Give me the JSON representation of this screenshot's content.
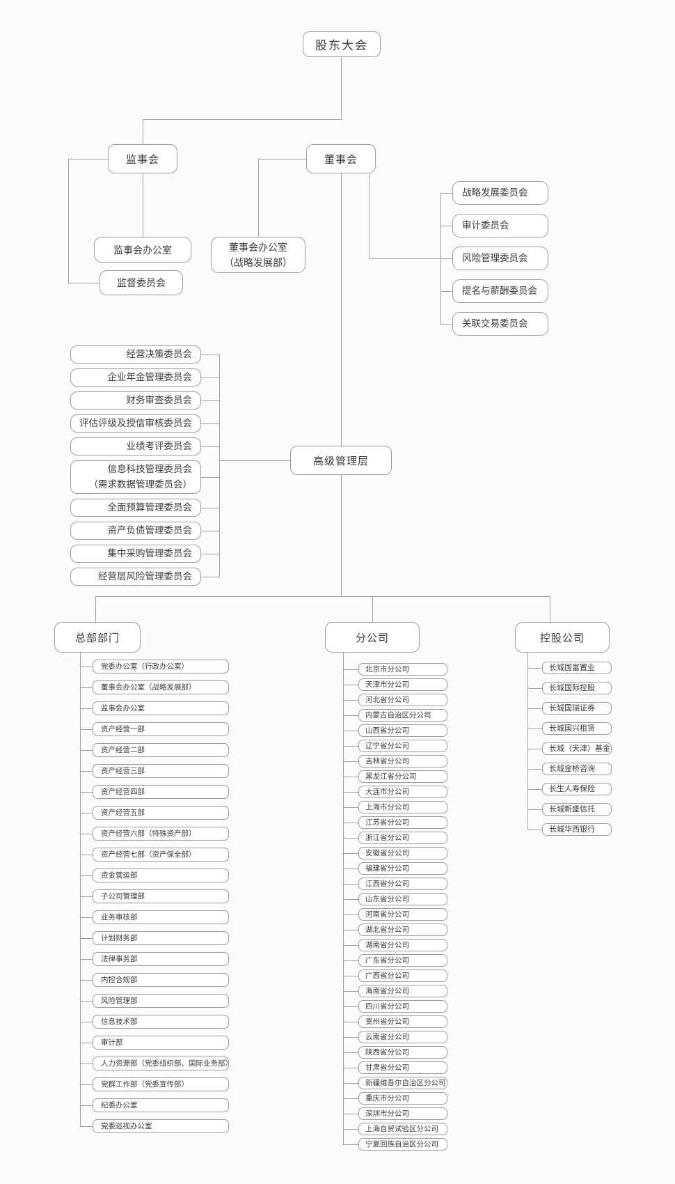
{
  "nodes": {
    "shareholders": "股东大会",
    "supervisory": "监事会",
    "board": "董事会",
    "supervisory_office": "监事会办公室",
    "supervision_committee": "监督委员会",
    "board_office_line1": "董事会办公室",
    "board_office_line2": "（战略发展部）",
    "senior_management": "高级管理层",
    "hq_header": "总部部门",
    "branches_header": "分公司",
    "holdings_header": "控股公司"
  },
  "board_committees": [
    "战略发展委员会",
    "审计委员会",
    "风险管理委员会",
    "提名与薪酬委员会",
    "关联交易委员会"
  ],
  "management_committees": [
    "经营决策委员会",
    "企业年金管理委员会",
    "财务审查委员会",
    "评估评级及授信审核委员会",
    "业绩考评委员会",
    "信息科技管理委员会\n（需求数据管理委员会）",
    "全面预算管理委员会",
    "资产负债管理委员会",
    "集中采购管理委员会",
    "经营层风险管理委员会"
  ],
  "hq_departments": [
    "党委办公室（行政办公室）",
    "董事会办公室（战略发展部）",
    "监事会办公室",
    "资产经营一部",
    "资产经营二部",
    "资产经营三部",
    "资产经营四部",
    "资产经营五部",
    "资产经营六部（特殊资产部）",
    "资产经营七部（资产保全部）",
    "资金营运部",
    "子公司管理部",
    "业务审核部",
    "计划财务部",
    "法律事务部",
    "内控合规部",
    "风险管理部",
    "信息技术部",
    "审计部",
    "人力资源部（党委组织部、国际业务部）",
    "党群工作部（党委宣传部）",
    "纪委办公室",
    "党委巡视办公室"
  ],
  "branch_companies": [
    "北京市分公司",
    "天津市分公司",
    "河北省分公司",
    "内蒙古自治区分公司",
    "山西省分公司",
    "辽宁省分公司",
    "吉林省分公司",
    "黑龙江省分公司",
    "大连市分公司",
    "上海市分公司",
    "江苏省分公司",
    "浙江省分公司",
    "安徽省分公司",
    "福建省分公司",
    "江西省分公司",
    "山东省分公司",
    "河南省分公司",
    "湖北省分公司",
    "湖南省分公司",
    "广东省分公司",
    "广西省分公司",
    "海南省分公司",
    "四川省分公司",
    "贵州省分公司",
    "云南省分公司",
    "陕西省分公司",
    "甘肃省分公司",
    "新疆维吾尔自治区分公司",
    "重庆市分公司",
    "深圳市分公司",
    "上海自贸试验区分公司",
    "宁夏回族自治区分公司"
  ],
  "holding_companies": [
    "长城国富置业",
    "长城国际控股",
    "长城国瑞证券",
    "长城国兴租赁",
    "长城（天津）基金",
    "长城金桥咨询",
    "长生人寿保险",
    "长城新盛信托",
    "长城华西银行"
  ],
  "colors": {
    "border": "#9c9c9c",
    "line": "#a0a0a0",
    "text": "#3a3a3a",
    "bg": "#fbfbfb"
  }
}
